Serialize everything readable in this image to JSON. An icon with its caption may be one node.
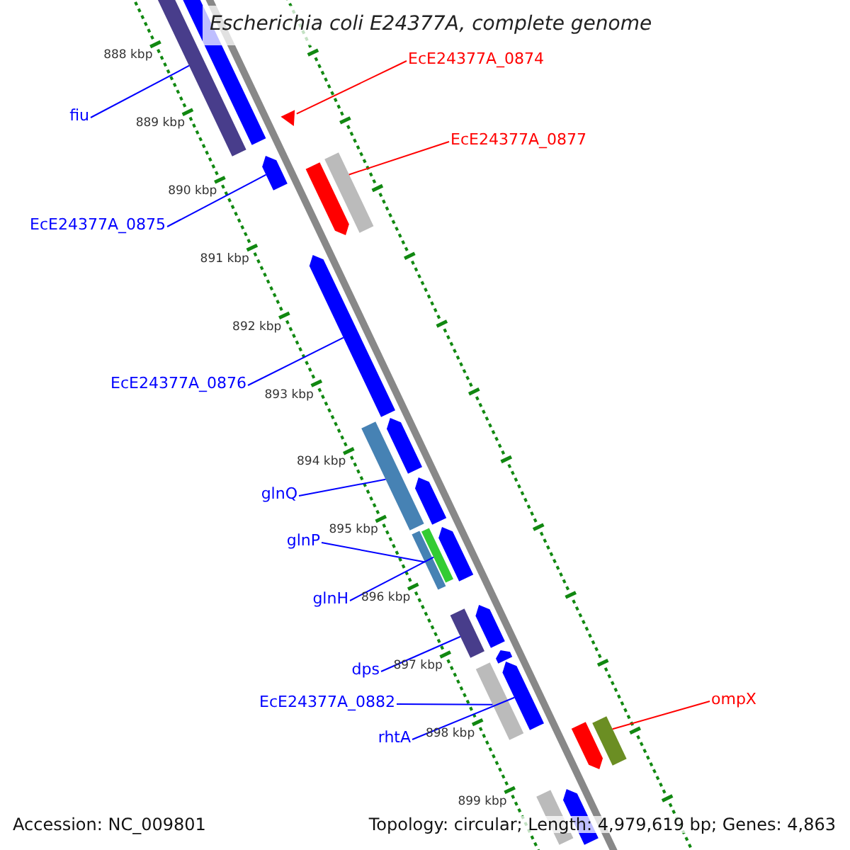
{
  "diagram": {
    "title": "Escherichia coli E24377A, complete genome",
    "nodes": [
      {
        "text": [
          "fiu"
        ]
      },
      {
        "text": [
          "EcE24377A_0874"
        ]
      },
      {
        "text": [
          "EcE24377A_0877"
        ]
      },
      {
        "text": [
          "EcE24377A_0875"
        ]
      },
      {
        "text": [
          "EcE24377A_0876"
        ]
      },
      {
        "text": [
          "glnQ"
        ]
      },
      {
        "text": [
          "glnP"
        ]
      },
      {
        "text": [
          "glnH"
        ]
      },
      {
        "text": [
          "dps"
        ]
      },
      {
        "text": [
          "EcE24377A_0882"
        ]
      },
      {
        "text": [
          "rhtA"
        ]
      },
      {
        "text": [
          "ompX"
        ]
      },
      {
        "text": [],
        "shape": "bar"
      },
      {
        "text": [],
        "shape": "bar"
      },
      {
        "text": [],
        "shape": "triangle"
      },
      {
        "text": [],
        "shape": "bar"
      },
      {
        "text": [],
        "shape": "arrow"
      },
      {
        "text": [],
        "shape": "arrow"
      },
      {
        "text": [],
        "shape": "arrow"
      },
      {
        "text": [],
        "shape": "arrow"
      },
      {
        "text": [],
        "shape": "bar"
      },
      {
        "text": [],
        "shape": "arrow"
      },
      {
        "text": [],
        "shape": "arrow"
      },
      {
        "text": [],
        "shape": "bar"
      },
      {
        "text": [],
        "shape": "bar"
      },
      {
        "text": [],
        "shape": "arrow"
      },
      {
        "text": [],
        "shape": "bar"
      },
      {
        "text": [],
        "shape": "arrow"
      },
      {
        "text": [],
        "shape": "arrow"
      },
      {
        "text": [],
        "shape": "bar"
      },
      {
        "text": [],
        "shape": "bar"
      },
      {
        "text": [],
        "shape": "arrow"
      },
      {
        "text": [],
        "shape": "arrow"
      },
      {
        "text": [],
        "shape": "bar"
      }
    ],
    "edges": [
      {
        "from": 0,
        "to": 12,
        "arrow": "none"
      },
      {
        "from": 1,
        "to": 14,
        "arrow": "none",
        "color": "#ff0000"
      },
      {
        "from": 2,
        "to": 15,
        "arrow": "none",
        "color": "#ff0000"
      },
      {
        "from": 3,
        "to": 16,
        "arrow": "none"
      },
      {
        "from": 4,
        "to": 18,
        "arrow": "none"
      },
      {
        "from": 5,
        "to": 20,
        "arrow": "none"
      },
      {
        "from": 6,
        "to": 24,
        "arrow": "none"
      },
      {
        "from": 7,
        "to": 23,
        "arrow": "none"
      },
      {
        "from": 8,
        "to": 26,
        "arrow": "none"
      },
      {
        "from": 9,
        "to": 29,
        "arrow": "none"
      },
      {
        "from": 10,
        "to": 28,
        "arrow": "none"
      },
      {
        "from": 11,
        "to": 30,
        "arrow": "none",
        "color": "#ff0000"
      }
    ],
    "labels": [
      "888 kbp",
      "889 kbp",
      "890 kbp",
      "891 kbp",
      "892 kbp",
      "893 kbp",
      "894 kbp",
      "895 kbp",
      "896 kbp",
      "897 kbp",
      "898 kbp",
      "899 kbp",
      "Accession: NC_009801",
      "Topology: circular; Length: 4,979,619 bp; Genes: 4,863"
    ]
  }
}
